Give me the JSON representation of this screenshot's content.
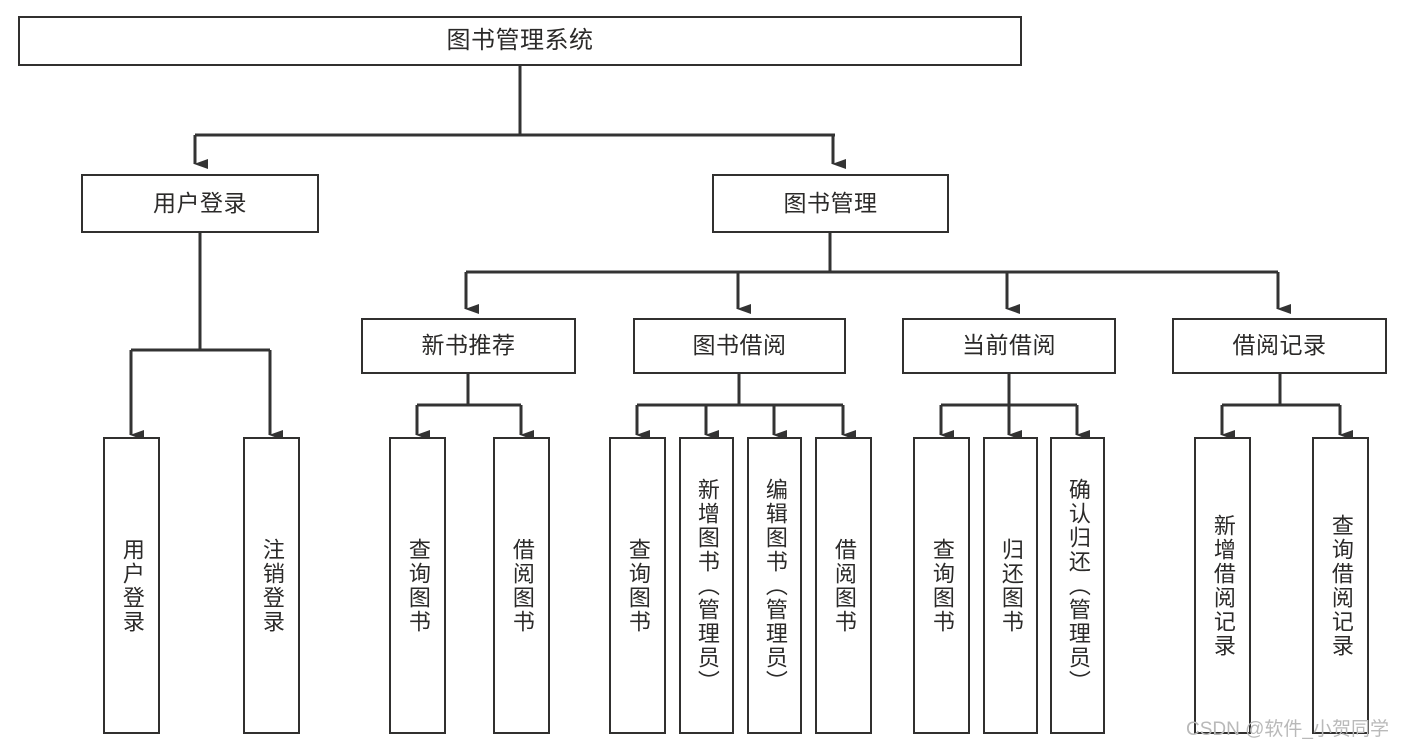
{
  "diagram": {
    "title": "图书管理系统",
    "type": "tree",
    "watermark": "CSDN @软件_小贺同学",
    "colors": {
      "background": "#ffffff",
      "box_border": "#31302f",
      "box_fill": "#ffffff",
      "text": "#2b2a29",
      "connector": "#333333",
      "watermark": "#b9b9b9"
    },
    "nodes": {
      "root": {
        "label": "图书管理系统"
      },
      "level1": [
        {
          "id": "user-login",
          "label": "用户登录"
        },
        {
          "id": "book-manage",
          "label": "图书管理"
        }
      ],
      "level2": [
        {
          "id": "new-book-recommend",
          "label": "新书推荐"
        },
        {
          "id": "book-borrow",
          "label": "图书借阅"
        },
        {
          "id": "current-borrow",
          "label": "当前借阅"
        },
        {
          "id": "borrow-record",
          "label": "借阅记录"
        }
      ],
      "leaves": {
        "user_login": [
          {
            "id": "leaf-user-login",
            "label": "用户登录"
          },
          {
            "id": "leaf-logout",
            "label": "注销登录"
          }
        ],
        "new_book_recommend": [
          {
            "id": "leaf-query-book-1",
            "label": "查询图书"
          },
          {
            "id": "leaf-borrow-book-1",
            "label": "借阅图书"
          }
        ],
        "book_borrow": [
          {
            "id": "leaf-query-book-2",
            "label": "查询图书"
          },
          {
            "id": "leaf-add-book",
            "label": "新增图书（管理员）"
          },
          {
            "id": "leaf-edit-book",
            "label": "编辑图书（管理员）"
          },
          {
            "id": "leaf-borrow-book-2",
            "label": "借阅图书"
          }
        ],
        "current_borrow": [
          {
            "id": "leaf-query-book-3",
            "label": "查询图书"
          },
          {
            "id": "leaf-return-book",
            "label": "归还图书"
          },
          {
            "id": "leaf-confirm-return",
            "label": "确认归还（管理员）"
          }
        ],
        "borrow_record": [
          {
            "id": "leaf-add-record",
            "label": "新增借阅记录"
          },
          {
            "id": "leaf-query-record",
            "label": "查询借阅记录"
          }
        ]
      }
    }
  }
}
